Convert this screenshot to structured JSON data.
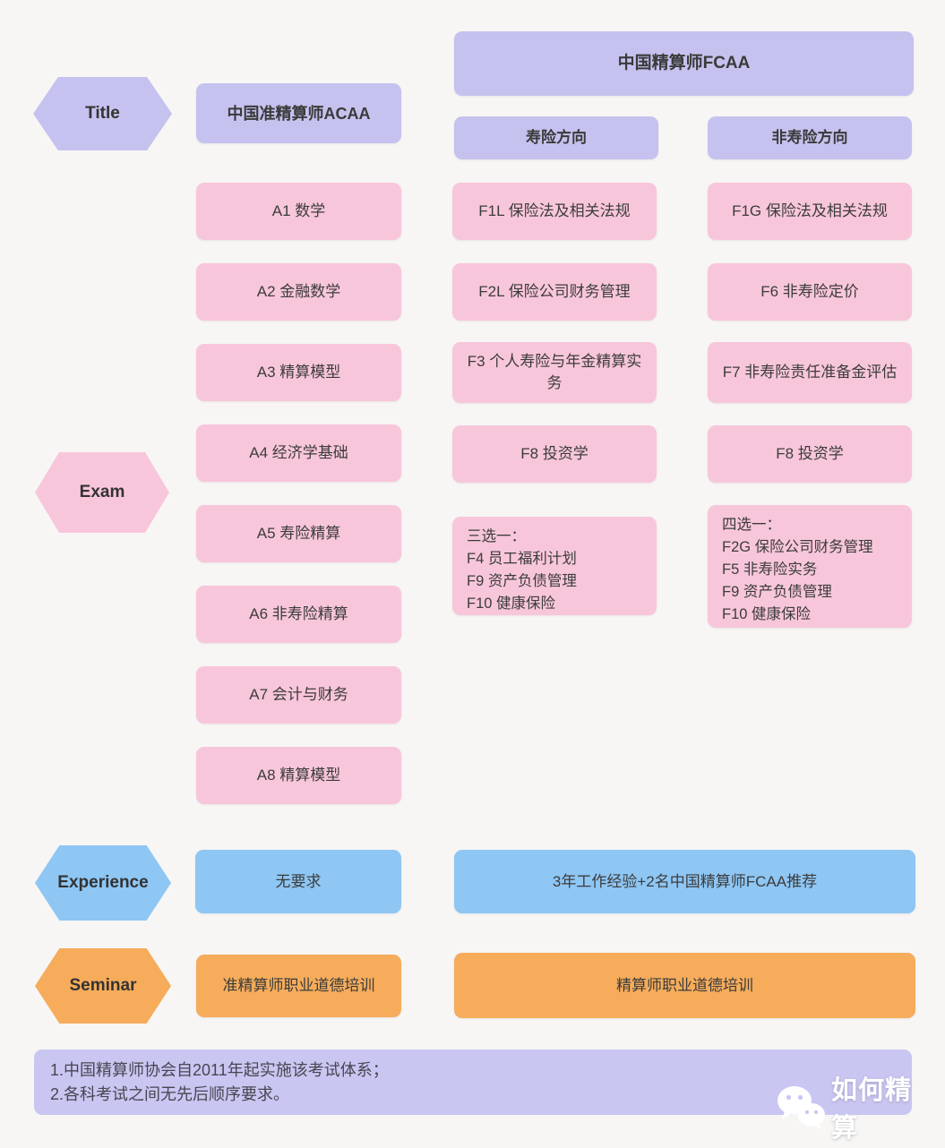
{
  "row_labels": {
    "title": "Title",
    "exam": "Exam",
    "experience": "Experience",
    "seminar": "Seminar"
  },
  "acaa": {
    "title": "中国准精算师ACAA",
    "exams": [
      "A1 数学",
      "A2 金融数学",
      "A3 精算模型",
      "A4 经济学基础",
      "A5 寿险精算",
      "A6 非寿险精算",
      "A7 会计与财务",
      "A8 精算模型"
    ],
    "experience": "无要求",
    "seminar": "准精算师职业道德培训"
  },
  "fcaa": {
    "title": "中国精算师FCAA",
    "life": {
      "title": "寿险方向",
      "exams": [
        "F1L 保险法及相关法规",
        "F2L 保险公司财务管理",
        "F3 个人寿险与年金精算实务",
        "F8 投资学"
      ],
      "elective": {
        "title": "三选一：",
        "options": [
          "F4 员工福利计划",
          "F9 资产负债管理",
          "F10 健康保险"
        ]
      }
    },
    "nonlife": {
      "title": "非寿险方向",
      "exams": [
        "F1G 保险法及相关法规",
        "F6 非寿险定价",
        "F7 非寿险责任准备金评估",
        "F8 投资学"
      ],
      "elective": {
        "title": "四选一：",
        "options": [
          "F2G 保险公司财务管理",
          "F5 非寿险实务",
          "F9 资产负债管理",
          "F10 健康保险"
        ]
      }
    },
    "experience": "3年工作经验+2名中国精算师FCAA推荐",
    "seminar": "精算师职业道德培训"
  },
  "notes": {
    "line1": "1.中国精算师协会自2011年起实施该考试体系；",
    "line2": "2.各科考试之间无先后顺序要求。"
  },
  "watermark": {
    "text": "如何精算",
    "icon": "wechat-icon"
  },
  "colors": {
    "purple": "#c5c2ef",
    "pink": "#f8c6db",
    "blue": "#8ec6f4",
    "orange": "#f6ac5b",
    "footer_purple": "#c9c6f2",
    "background": "#f7f6f4"
  }
}
